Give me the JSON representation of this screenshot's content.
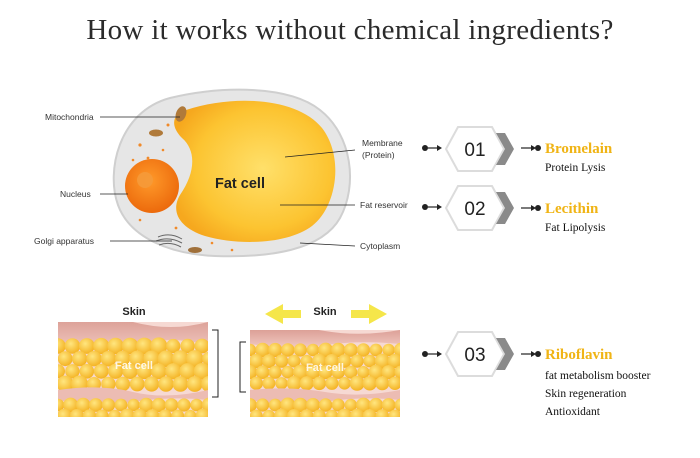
{
  "title": "How it works without chemical ingredients?",
  "cell": {
    "center_label": "Fat cell",
    "labels": {
      "mitochondria": "Mitochondria",
      "nucleus": "Nucleus",
      "golgi": "Golgi apparatus",
      "membrane_1": "Membrane",
      "membrane_2": "(Protein)",
      "reservoir": "Fat reservoir",
      "cytoplasm": "Cytoplasm"
    }
  },
  "steps": [
    {
      "num": "01",
      "ingredient": "Bromelain",
      "effects": [
        "Protein Lysis"
      ]
    },
    {
      "num": "02",
      "ingredient": "Lecithin",
      "effects": [
        "Fat Lipolysis"
      ]
    },
    {
      "num": "03",
      "ingredient": "Riboflavin",
      "effects": [
        "fat metabolism booster",
        "Skin regeneration",
        "Antioxidant"
      ]
    }
  ],
  "skin_panels": {
    "left": {
      "skin_label": "Skin",
      "fat_label": "Fat cell"
    },
    "right": {
      "skin_label": "Skin",
      "fat_label": "Fat cell"
    }
  },
  "colors": {
    "accent": "#f0b415",
    "fat": "#fbc534",
    "skin": "#e9b3aa",
    "nucleus": "#f07a12"
  }
}
